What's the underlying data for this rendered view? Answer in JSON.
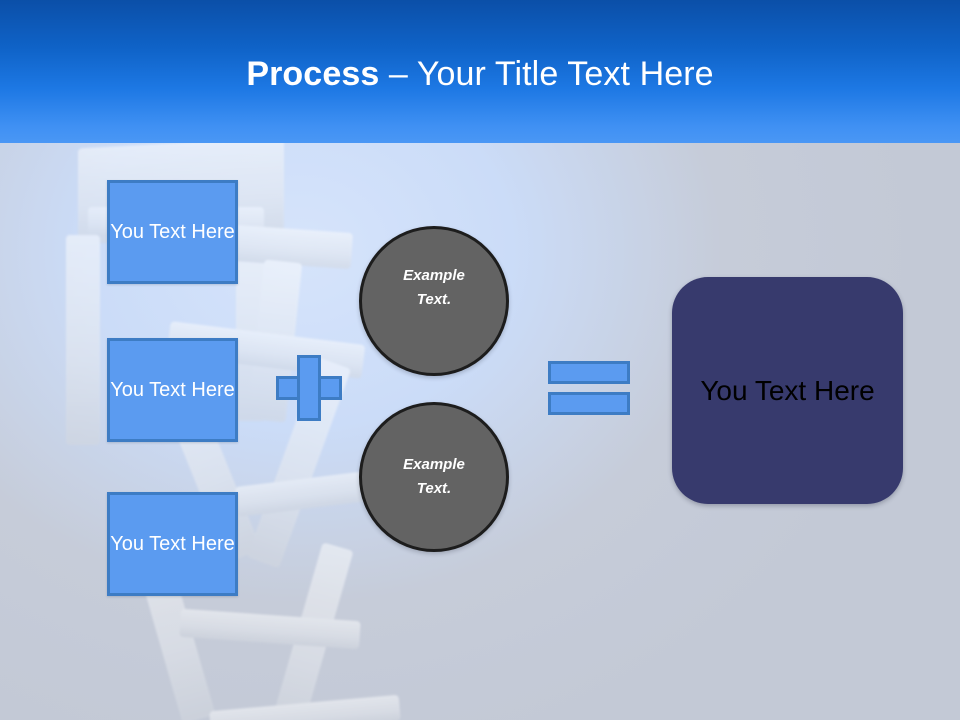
{
  "slide": {
    "header": {
      "title_strong": "Process",
      "title_rest": " – Your Title Text Here",
      "gradient_top": "#0b4fa8",
      "gradient_bottom": "#4a97f5",
      "text_color": "#ffffff"
    },
    "background": {
      "base_color": "#c3c9d6",
      "highlight_color": "#d6e4fb",
      "photo_subject": "faded-white-chair-photo"
    },
    "boxes": [
      {
        "label": "You Text Here",
        "fill": "#5b9bf0",
        "stroke": "#3d7cc4",
        "text_color": "#ffffff"
      },
      {
        "label": "You Text Here",
        "fill": "#5b9bf0",
        "stroke": "#3d7cc4",
        "text_color": "#ffffff"
      },
      {
        "label": "You Text Here",
        "fill": "#5b9bf0",
        "stroke": "#3d7cc4",
        "text_color": "#ffffff"
      }
    ],
    "operators": {
      "plus": {
        "symbol": "+",
        "fill": "#5b9bf0",
        "stroke": "#3d7cc4"
      },
      "equals": {
        "symbol": "=",
        "fill": "#5b9bf0",
        "stroke": "#3d7cc4"
      }
    },
    "circles": [
      {
        "line1": "Example",
        "line2": "Text.",
        "fill": "#636363",
        "stroke": "#1d1d1d",
        "text_color": "#ffffff"
      },
      {
        "line1": "Example",
        "line2": "Text.",
        "fill": "#636363",
        "stroke": "#1d1d1d",
        "text_color": "#ffffff"
      }
    ],
    "result": {
      "label": "You Text Here",
      "fill": "#373a6d",
      "text_color": "#000000",
      "corner_radius": "36px"
    }
  }
}
